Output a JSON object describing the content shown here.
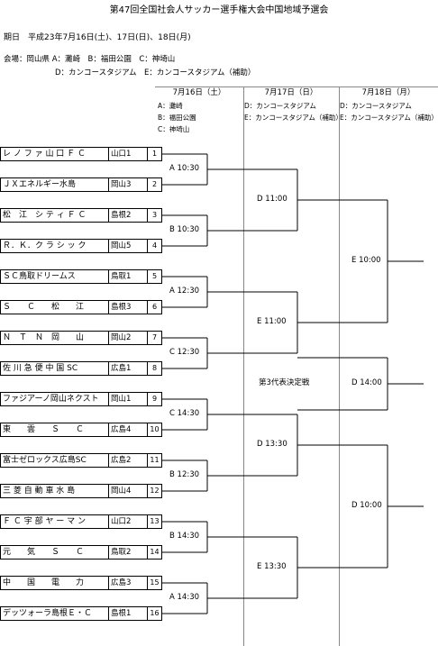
{
  "header": {
    "title": "第47回全国社会人サッカー選手権大会中国地域予選会",
    "period": "期日　平成23年7月16日(土)、17日(日)、18日(月)",
    "venue_line1": "会場：岡山県 A：灘崎　B：福田公園　C：神埼山",
    "venue_line2": "D：カンコースタジアム　E：カンコースタジアム（補助）"
  },
  "days": [
    {
      "label": "7月16日（土）",
      "venues": [
        "A：灘崎",
        "B：福田公園",
        "C：神埼山"
      ]
    },
    {
      "label": "7月17日（日）",
      "venues": [
        "D：カンコースタジアム",
        "E：カンコースタジアム（補助）"
      ]
    },
    {
      "label": "7月18日（月）",
      "venues": [
        "D：カンコースタジアム",
        "E：カンコースタジアム（補助）"
      ]
    }
  ],
  "teams": [
    {
      "name": "レ ノ フ ァ 山 口 Ｆ Ｃ",
      "pref": "山口1",
      "num": "1"
    },
    {
      "name": "ＪＸエネルギー水島",
      "pref": "岡山3",
      "num": "2"
    },
    {
      "name": "松　江　シ テ ィ Ｆ Ｃ",
      "pref": "島根2",
      "num": "3"
    },
    {
      "name": "Ｒ．Ｋ．ク ラ シ ッ ク",
      "pref": "岡山5",
      "num": "4"
    },
    {
      "name": "ＳＣ鳥取ドリームス",
      "pref": "鳥取1",
      "num": "5"
    },
    {
      "name": "Ｓ　　Ｃ　　松　　江",
      "pref": "島根3",
      "num": "6"
    },
    {
      "name": "Ｎ　Ｔ　Ｎ　岡　　山",
      "pref": "岡山2",
      "num": "7"
    },
    {
      "name": "佐 川 急 便 中 国 SC",
      "pref": "広島1",
      "num": "8"
    },
    {
      "name": "ファジアーノ岡山ネクスト",
      "pref": "岡山1",
      "num": "9"
    },
    {
      "name": "東　　雲　　Ｓ　　Ｃ",
      "pref": "広島4",
      "num": "10"
    },
    {
      "name": "富士ゼロックス広島SC",
      "pref": "広島2",
      "num": "11"
    },
    {
      "name": "三 菱 自 動 車 水 島",
      "pref": "岡山4",
      "num": "12"
    },
    {
      "name": "Ｆ Ｃ 宇 部 ヤ ー マ ン",
      "pref": "山口2",
      "num": "13"
    },
    {
      "name": "元　　気　　Ｓ　　Ｃ",
      "pref": "鳥取2",
      "num": "14"
    },
    {
      "name": "中　　国　　電　　力",
      "pref": "広島3",
      "num": "15"
    },
    {
      "name": "デッツォーラ島根Ｅ・Ｃ",
      "pref": "島根1",
      "num": "16"
    }
  ],
  "round1": [
    "A 10:30",
    "B 10:30",
    "A 12:30",
    "C 12:30",
    "C 14:30",
    "B 12:30",
    "B 14:30",
    "A 14:30"
  ],
  "round2": [
    "D 11:00",
    "E 11:00",
    "D 13:30",
    "E 13:30"
  ],
  "round3": [
    "E 10:00",
    "D 10:00"
  ],
  "third_place": {
    "label": "第3代表決定戦",
    "match": "D 14:00"
  }
}
